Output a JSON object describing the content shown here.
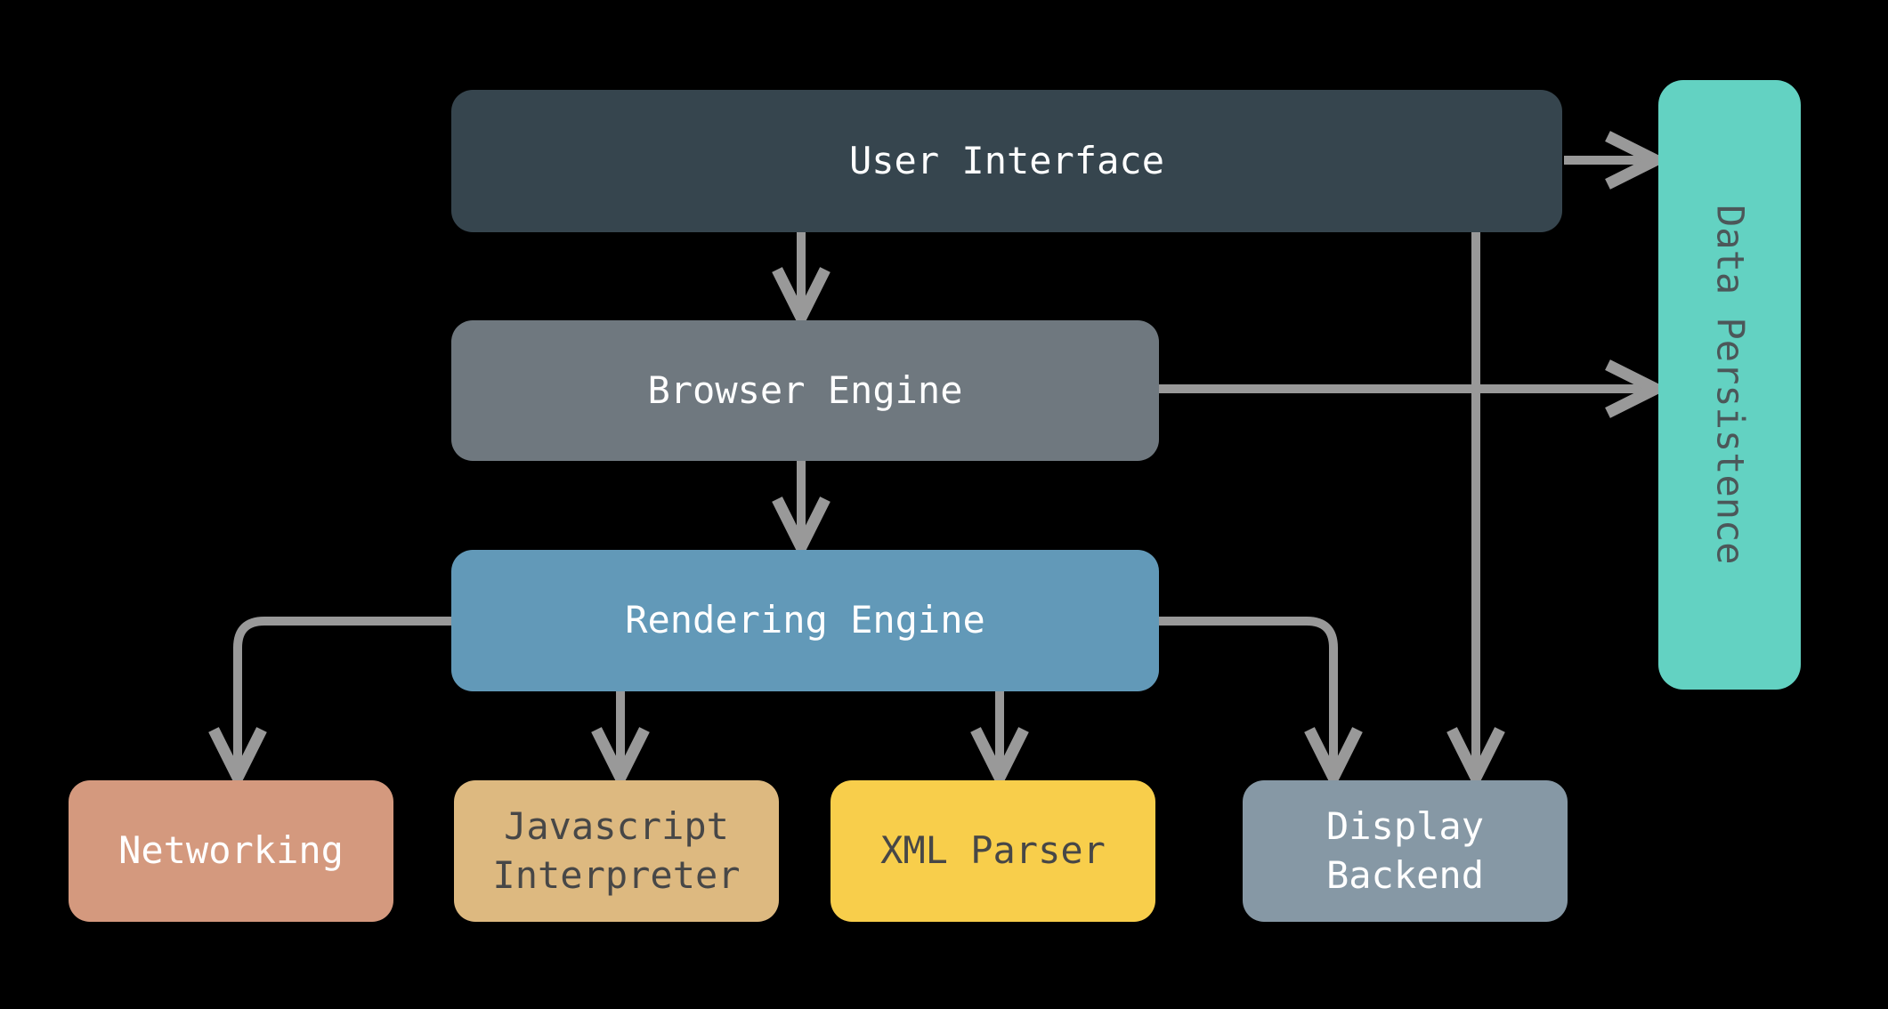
{
  "diagram": {
    "type": "flowchart",
    "background": "#000000"
  },
  "colors": {
    "arrow": "#999999",
    "text_light": "#FFFFFF",
    "text_dark": "#474747"
  },
  "nodes": {
    "user_interface": {
      "label": "User Interface",
      "bg": "#36454E",
      "fg": "#FFFFFF"
    },
    "browser_engine": {
      "label": "Browser Engine",
      "bg": "#6F787F",
      "fg": "#FFFFFF"
    },
    "rendering_engine": {
      "label": "Rendering Engine",
      "bg": "#6299B8",
      "fg": "#FFFFFF"
    },
    "networking": {
      "label": "Networking",
      "bg": "#D4997E",
      "fg": "#FFFFFF"
    },
    "javascript_interpreter": {
      "label": "Javascript\nInterpreter",
      "bg": "#DDB980",
      "fg": "#474747"
    },
    "xml_parser": {
      "label": "XML Parser",
      "bg": "#F8CE4B",
      "fg": "#474747"
    },
    "display_backend": {
      "label": "Display\nBackend",
      "bg": "#8698A5",
      "fg": "#FFFFFF"
    },
    "data_persistence": {
      "label": "Data Persistence",
      "bg": "#63D2C2",
      "fg": "#4C5759"
    }
  },
  "edges": [
    {
      "from": "User Interface",
      "to": "Browser Engine"
    },
    {
      "from": "User Interface",
      "to": "Data Persistence"
    },
    {
      "from": "User Interface",
      "to": "Display Backend"
    },
    {
      "from": "Browser Engine",
      "to": "Rendering Engine"
    },
    {
      "from": "Browser Engine",
      "to": "Data Persistence"
    },
    {
      "from": "Rendering Engine",
      "to": "Networking"
    },
    {
      "from": "Rendering Engine",
      "to": "Javascript Interpreter"
    },
    {
      "from": "Rendering Engine",
      "to": "XML Parser"
    },
    {
      "from": "Rendering Engine",
      "to": "Display Backend"
    }
  ]
}
